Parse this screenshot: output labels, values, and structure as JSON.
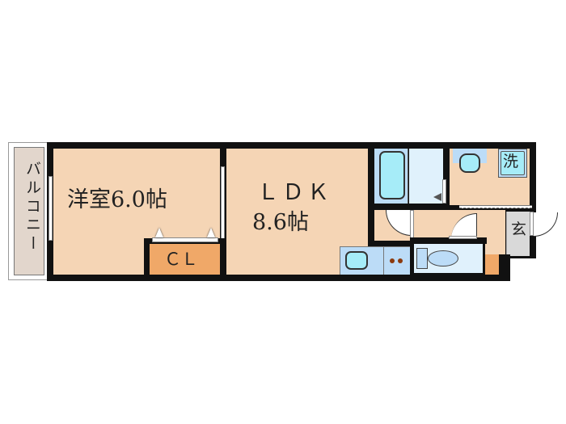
{
  "floor_plan": {
    "rooms": [
      {
        "id": "western-room",
        "label": "洋室6.0帖",
        "type": "Western-style room",
        "size_jo": 6.0
      },
      {
        "id": "ldk",
        "label_line1": "ＬＤＫ",
        "label_line2": "8.6帖",
        "type": "Living/Dining/Kitchen",
        "size_jo": 8.6
      },
      {
        "id": "closet",
        "label": "ＣＬ",
        "type": "Closet"
      },
      {
        "id": "balcony",
        "label": "バルコニー",
        "type": "Balcony"
      },
      {
        "id": "washer",
        "label": "洗",
        "type": "Washing machine space"
      },
      {
        "id": "entrance",
        "label": "玄",
        "type": "Entrance"
      },
      {
        "id": "bathroom",
        "label": "",
        "type": "Unit bath"
      },
      {
        "id": "toilet",
        "label": "",
        "type": "Toilet"
      },
      {
        "id": "washroom",
        "label": "",
        "type": "Washroom"
      }
    ],
    "colors": {
      "floor": "#f5d5b5",
      "closet": "#f0a868",
      "fixture_blue": "#bcdcf7",
      "fixture_aqua": "#a6ecf8",
      "entrance": "#d9d9d9",
      "balcony": "#e2d6cc",
      "wall": "#111111",
      "stove_dot": "#8b3a0e"
    }
  }
}
